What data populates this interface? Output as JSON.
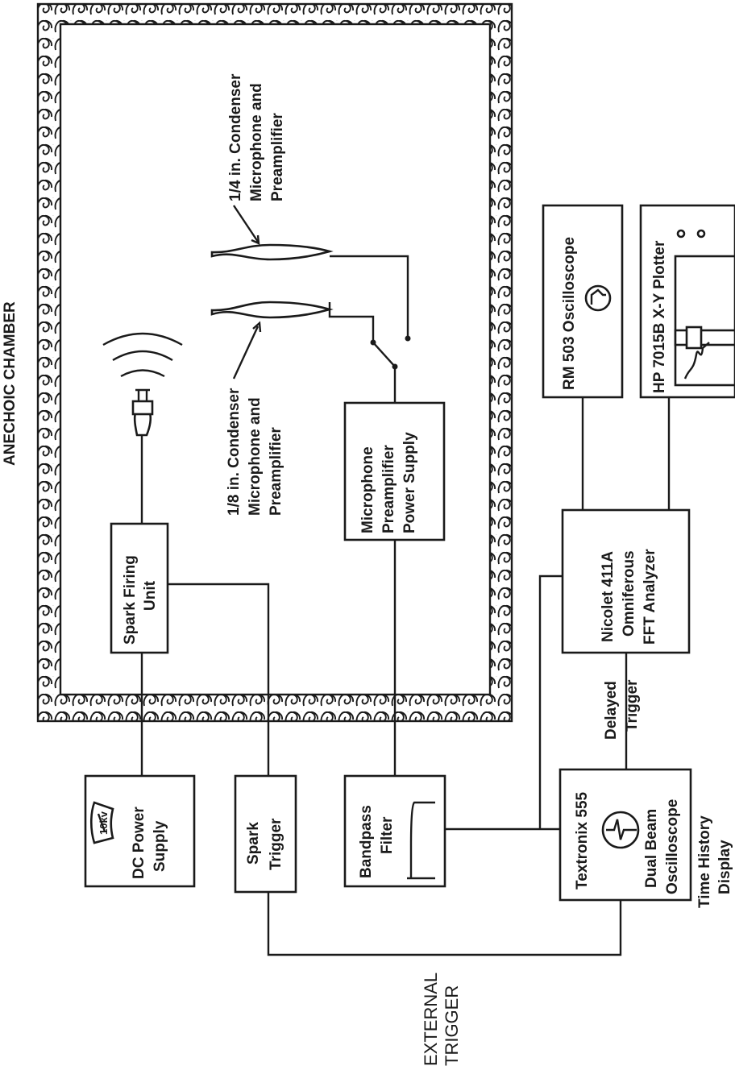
{
  "chamber": {
    "title": "ANECHOIC CHAMBER"
  },
  "components": {
    "spark_firing_unit": [
      "Spark Firing",
      "Unit"
    ],
    "mic_18": [
      "1/8 in. Condenser",
      "Microphone and",
      "Preamplifier"
    ],
    "mic_14": [
      "1/4 in. Condenser",
      "Microphone and",
      "Preamplifier"
    ],
    "mic_power_supply": [
      "Microphone",
      "Preamplifier",
      "Power Supply"
    ],
    "dc_power_supply": [
      "DC Power",
      "Supply"
    ],
    "dc_dial": "10kv",
    "spark_trigger": [
      "Spark",
      "Trigger"
    ],
    "bandpass_filter": [
      "Bandpass",
      "Filter"
    ],
    "oscilloscope_555": [
      "Textronix 555",
      "Dual Beam",
      "Oscilloscope"
    ],
    "fft_analyzer": [
      "Nicolet 411A",
      "Omniferous",
      "FFT Analyzer"
    ],
    "rm503": "RM 503 Oscilloscope",
    "plotter": "HP 7015B X-Y Plotter"
  },
  "annotations": {
    "delayed_trigger": [
      "Delayed",
      "Trigger"
    ],
    "time_history": [
      "Time History",
      "Display"
    ],
    "external_trigger": [
      "EXTERNAL",
      "TRIGGER"
    ]
  }
}
